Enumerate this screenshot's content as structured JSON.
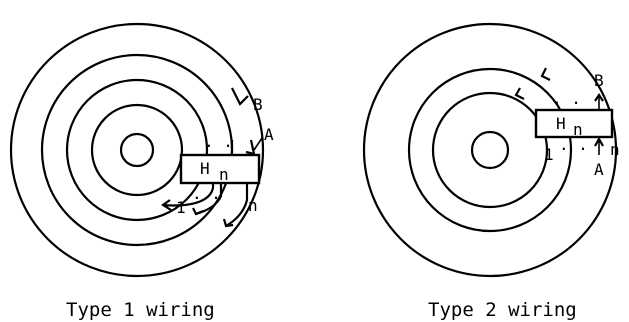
{
  "diagrams": [
    {
      "caption": "Type 1 wiring",
      "box_label": "H",
      "box_subscript": "n",
      "dots_label": ". .",
      "dots_lower_label": ". .",
      "label_a": "A",
      "label_b": "B",
      "label_1": "1",
      "label_n": "n"
    },
    {
      "caption": "Type 2 wiring",
      "box_label": "H",
      "box_subscript": "n",
      "dots_label": ". .",
      "dots_lower_label": ". .",
      "label_a": "A",
      "label_b": "B",
      "label_1": "1",
      "label_n": "n"
    }
  ]
}
